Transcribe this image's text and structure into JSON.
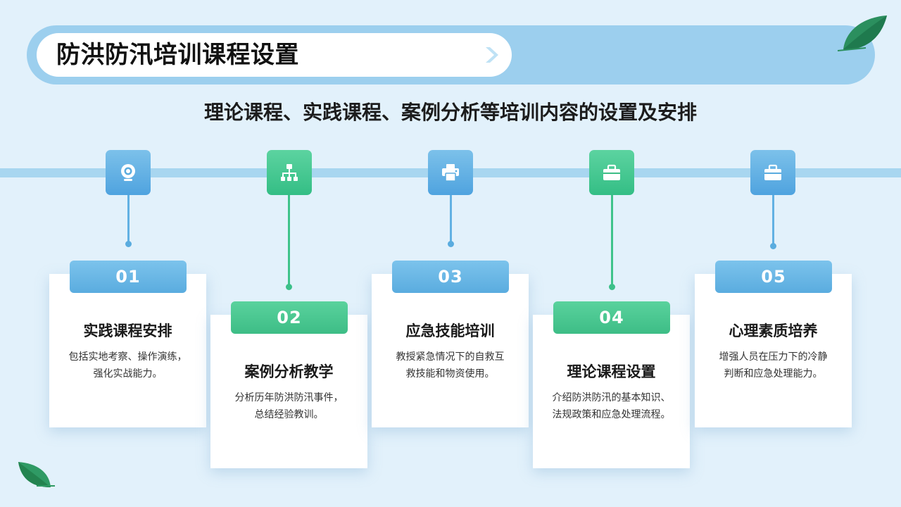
{
  "header": {
    "title": "防洪防汛培训课程设置",
    "subtitle": "理论课程、实践课程、案例分析等培训内容的设置及安排"
  },
  "colors": {
    "blue": "#5aacdf",
    "green": "#3dbd86",
    "band": "#9ccfee",
    "background": "#e2f1fb"
  },
  "steps": [
    {
      "number": "01",
      "title": "实践课程安排",
      "desc_lines": [
        "包括实地考察、操作演练，",
        "强化实战能力。"
      ],
      "icon": "camera-icon",
      "color": "blue"
    },
    {
      "number": "02",
      "title": "案例分析教学",
      "desc_lines": [
        "分析历年防洪防汛事件，",
        "总结经验教训。"
      ],
      "icon": "sitemap-icon",
      "color": "green"
    },
    {
      "number": "03",
      "title": "应急技能培训",
      "desc_lines": [
        "教授紧急情况下的自救互",
        "救技能和物资使用。"
      ],
      "icon": "printer-icon",
      "color": "blue"
    },
    {
      "number": "04",
      "title": "理论课程设置",
      "desc_lines": [
        "介绍防洪防汛的基本知识、",
        "法规政策和应急处理流程。"
      ],
      "icon": "toolbox-icon",
      "color": "green"
    },
    {
      "number": "05",
      "title": "心理素质培养",
      "desc_lines": [
        "增强人员在压力下的冷静",
        "判断和应急处理能力。"
      ],
      "icon": "toolbox-icon",
      "color": "blue"
    }
  ]
}
